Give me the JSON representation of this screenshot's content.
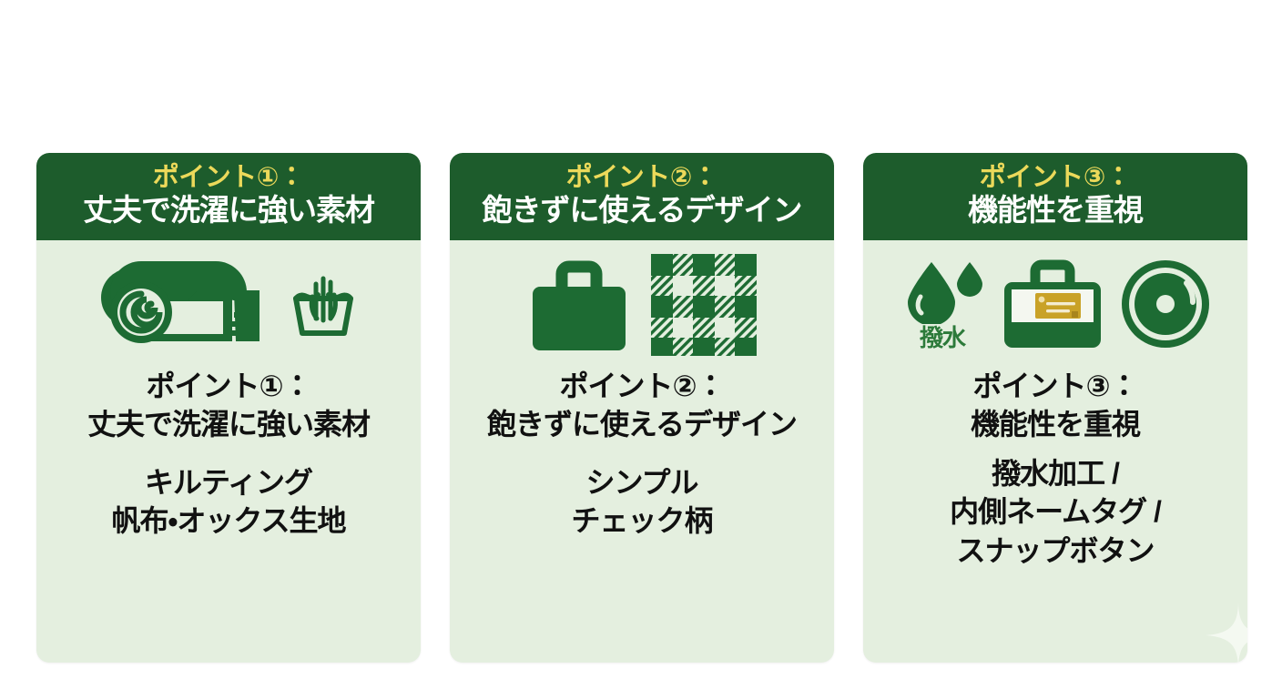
{
  "page": {
    "background_color": "#ffffff",
    "card_body_color": "#e4efdf",
    "header_green": "#1d5c2c",
    "header_accent_yellow": "#ecd95a",
    "icon_green": "#1d6b33",
    "nametag_gold": "#c9a227"
  },
  "cards": [
    {
      "header_line1": "ポイント①：",
      "header_line2": "丈夫で洗濯に強い素材",
      "icons": [
        {
          "name": "rolled-fabric-icon",
          "label": ""
        },
        {
          "name": "hand-wash-basin-icon",
          "label": ""
        }
      ],
      "body_title_line1": "ポイント①：",
      "body_title_line2": "丈夫で洗濯に強い素材",
      "body_sub_line1": "キルティング",
      "body_sub_line2": "帆布・オックス生地"
    },
    {
      "header_line1": "ポイント②：",
      "header_line2": "飽きずに使えるデザイン",
      "icons": [
        {
          "name": "tote-bag-icon",
          "label": ""
        },
        {
          "name": "gingham-check-pattern-icon",
          "label": ""
        }
      ],
      "body_title_line1": "ポイント②：",
      "body_title_line2": "飽きずに使えるデザイン",
      "body_sub_line1": "シンプル",
      "body_sub_line2": "チェック柄"
    },
    {
      "header_line1": "ポイント③：",
      "header_line2": "機能性を重視",
      "icons": [
        {
          "name": "water-droplet-icon",
          "label": "撥水"
        },
        {
          "name": "bag-with-name-tag-icon",
          "label": ""
        },
        {
          "name": "snap-button-icon",
          "label": ""
        }
      ],
      "body_title_line1": "ポイント③：",
      "body_title_line2": "機能性を重視",
      "body_sub_line1": "撥水加工 /",
      "body_sub_line2": "内側ネームタグ /",
      "body_sub_line3": "スナップボタン"
    }
  ]
}
